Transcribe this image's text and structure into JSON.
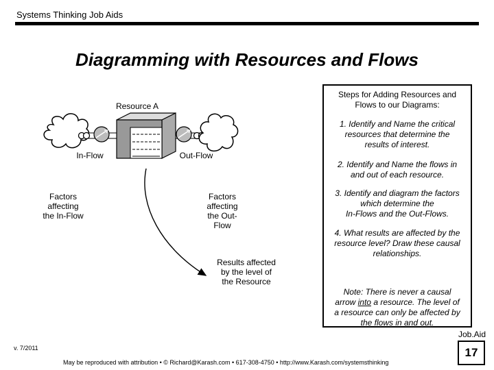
{
  "header": {
    "text": "Systems Thinking Job Aids"
  },
  "title": "Diagramming with Resources and Flows",
  "diagram": {
    "resource_label": "Resource A",
    "inflow_label": "In-Flow",
    "outflow_label": "Out-Flow",
    "factors_in": [
      "Factors",
      "affecting",
      "the In-Flow"
    ],
    "factors_out": [
      "Factors",
      "affecting",
      "the Out-",
      "Flow"
    ],
    "results": [
      "Results affected",
      "by the level of",
      "the Resource"
    ]
  },
  "steps": {
    "heading": [
      "Steps for Adding Resources and",
      "Flows to our Diagrams:"
    ],
    "step1": [
      "1. Identify and Name the critical",
      "resources that determine the",
      "results of interest."
    ],
    "step2": [
      "2. Identify and Name the flows in",
      "and out of each resource."
    ],
    "step3": [
      "3. Identify and diagram the factors",
      "which determine the",
      "In-Flows and  the Out-Flows."
    ],
    "step4": [
      "4. What results are affected by the",
      "resource level? Draw these causal",
      "relationships."
    ],
    "note": {
      "line1": "Note: There is never a causal",
      "line2_pre": "arrow ",
      "line2_underlined": "into",
      "line2_post": " a resource. The level of",
      "line3": "a resource can only be affected by",
      "line4": "the flows in and out."
    }
  },
  "footer": {
    "jobaid": "Job.Aid",
    "version": "v. 7/2011",
    "page_number": "17",
    "attribution": "May be reproduced with attribution • © Richard@Karash.com • 617-308-4750 • http://www.Karash.com/systemsthinking"
  }
}
